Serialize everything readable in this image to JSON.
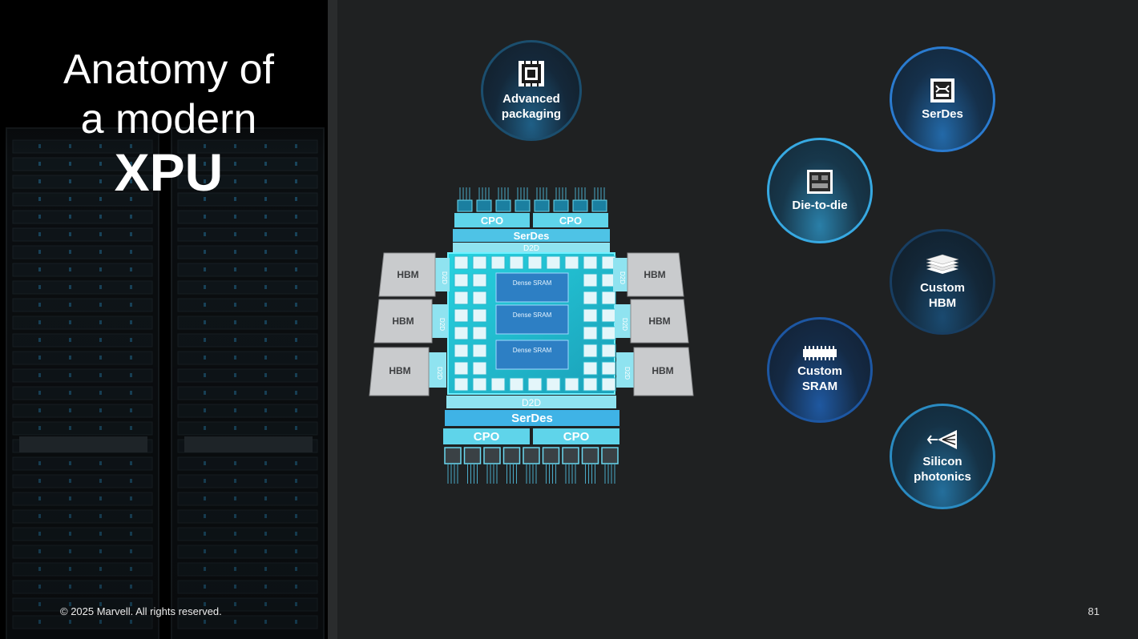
{
  "title": {
    "line1": "Anatomy of",
    "line2": "a modern",
    "line3": "XPU"
  },
  "footer": {
    "copyright": "© 2025 Marvell. All rights reserved.",
    "page_number": "81"
  },
  "chip": {
    "cpo_top": [
      "CPO",
      "CPO"
    ],
    "serdes_top": "SerDes",
    "d2d_top": "D2D",
    "sram": [
      "Dense\nSRAM",
      "Dense\nSRAM",
      "Dense\nSRAM"
    ],
    "hbm_left": [
      "HBM",
      "HBM",
      "HBM"
    ],
    "hbm_right": [
      "HBM",
      "HBM",
      "HBM"
    ],
    "d2d_side": "D2D",
    "d2d_bottom": "D2D",
    "serdes_bottom": "SerDes",
    "cpo_bottom": [
      "CPO",
      "CPO"
    ]
  },
  "features": [
    {
      "id": "advanced-packaging",
      "label": "Advanced\npackaging",
      "icon": "packaging-icon"
    },
    {
      "id": "serdes",
      "label": "SerDes",
      "icon": "serdes-chip-icon"
    },
    {
      "id": "die-to-die",
      "label": "Die-to-die",
      "icon": "die-to-die-chip-icon"
    },
    {
      "id": "custom-hbm",
      "label": "Custom\nHBM",
      "icon": "hbm-stack-icon"
    },
    {
      "id": "custom-sram",
      "label": "Custom\nSRAM",
      "icon": "sram-module-icon"
    },
    {
      "id": "silicon-photonics",
      "label": "Silicon\nphotonics",
      "icon": "photonics-icon"
    }
  ]
}
